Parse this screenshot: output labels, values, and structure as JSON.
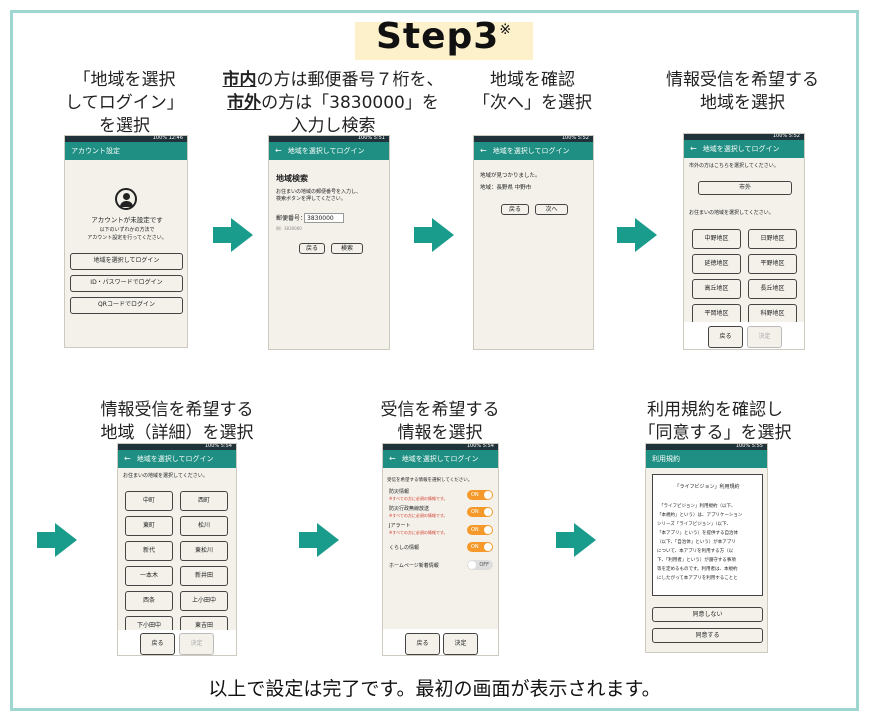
{
  "title": {
    "text": "Step3",
    "mark": "※"
  },
  "captions": {
    "step1": [
      "「地域を選択",
      "してログイン」",
      "を選択"
    ],
    "step2": {
      "l1a": "市内",
      "l1b": "の方は郵便番号７桁を、",
      "l2a": "市外",
      "l2b": "の方は「3830000」を",
      "l3": "入力し検索"
    },
    "step3": [
      "地域を確認",
      "「次へ」を選択"
    ],
    "step4": [
      "情報受信を希望する",
      "地域を選択"
    ],
    "step5": [
      "情報受信を希望する",
      "地域（詳細）を選択"
    ],
    "step6": [
      "受信を希望する",
      "情報を選択"
    ],
    "step7": [
      "利用規約を確認し",
      "「同意する」を選択"
    ]
  },
  "footer": "以上で設定は完了です。最初の画面が表示されます。",
  "phone1": {
    "appbar": "アカウント設定",
    "status": "100% 12:46",
    "heading": "アカウントが未設定です",
    "sub1": "以下のいずれかの方法で",
    "sub2": "アカウント設定を行ってください。",
    "buttons": [
      "地域を選択してログイン",
      "ID・パスワードでログイン",
      "QRコードでログイン"
    ]
  },
  "phone2": {
    "appbar": "地域を選択してログイン",
    "status": "100% 5:51",
    "heading": "地域検索",
    "desc1": "お住まいの地域の郵便番号を入力し、",
    "desc2": "検索ボタンを押してください。",
    "zip_label": "郵便番号：",
    "zip_value": "3830000",
    "zip_hint": "例）3830000",
    "buttons": [
      "戻る",
      "検索"
    ]
  },
  "phone3": {
    "appbar": "地域を選択してログイン",
    "status": "100% 5:52",
    "found": "地域が見つかりました。",
    "area": "地域：長野県 中野市",
    "buttons": [
      "戻る",
      "次へ"
    ]
  },
  "phone4": {
    "appbar": "地域を選択してログイン",
    "status": "100% 5:52",
    "outside": "市外の方はこちらを選択してください。",
    "outside_btn": "市外",
    "prompt": "お住まいの地域を選択してください。",
    "areas": [
      "中野地区",
      "日野地区",
      "延徳地区",
      "平野地区",
      "高丘地区",
      "長丘地区",
      "平岡地区",
      "科野地区"
    ],
    "buttons": [
      "戻る",
      "決定"
    ]
  },
  "phone5": {
    "appbar": "地域を選択してログイン",
    "status": "100% 5:54",
    "prompt": "お住まいの地域を選択してください。",
    "areas": [
      "中町",
      "西町",
      "東町",
      "松川",
      "新代",
      "東松川",
      "一本木",
      "新井田",
      "西条",
      "上小田中",
      "下小田中",
      "東吉田"
    ],
    "buttons": [
      "戻る",
      "決定"
    ]
  },
  "phone6": {
    "appbar": "地域を選択してログイン",
    "status": "100% 5:54",
    "prompt": "受信を希望する情報を選択してください。",
    "items": [
      {
        "label": "防災情報",
        "note": "※すべての方に必須の情報です。",
        "state": "ON"
      },
      {
        "label": "防災行政無線放送",
        "note": "※すべての方に必須の情報です。",
        "state": "ON"
      },
      {
        "label": "Jアラート",
        "note": "※すべての方に必須の情報です。",
        "state": "ON"
      },
      {
        "label": "くらしの情報",
        "note": "",
        "state": "ON"
      },
      {
        "label": "ホームページ新着情報",
        "note": "",
        "state": "OFF"
      }
    ],
    "buttons": [
      "戻る",
      "決定"
    ]
  },
  "phone7": {
    "appbar": "利用規約",
    "status": "100% 5:55",
    "doc_title": "「ライフビジョン」利用規約",
    "doc_lines": [
      "「ライフビジョン」利用規約（以下、",
      "「本規約」という）は、アプリケーション",
      "シリーズ「ライフビジョン」（以下、",
      "「本アプリ」という）を提供する自治体",
      "（以下、「自治体」という）が本アプリ",
      "について、本アプリを利用する方（以",
      "下、「利用者」という）が遵守する事項",
      "等を定めるものです。利用者は、本規約",
      "にしたがって本アプリを利用することと"
    ],
    "buttons": [
      "同意しない",
      "同意する"
    ]
  },
  "colors": {
    "teal": "#1e8f82",
    "arrow": "#1a9c8c",
    "border": "#9fd6cf",
    "toggle_on": "#f59a2a"
  }
}
